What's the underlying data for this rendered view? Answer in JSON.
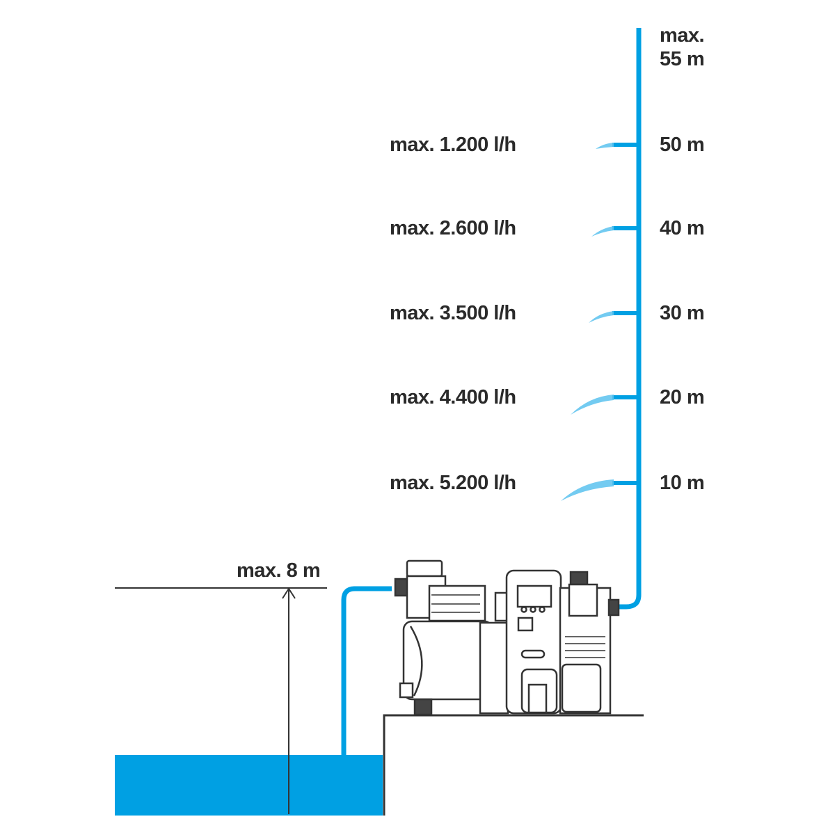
{
  "max_head": {
    "line1": "max.",
    "line2": "55 m"
  },
  "levels": [
    {
      "height": "50 m",
      "flow": "max. 1.200 l/h"
    },
    {
      "height": "40 m",
      "flow": "max. 2.600 l/h"
    },
    {
      "height": "30 m",
      "flow": "max. 3.500 l/h"
    },
    {
      "height": "20 m",
      "flow": "max. 4.400 l/h"
    },
    {
      "height": "10 m",
      "flow": "max. 5.200 l/h"
    }
  ],
  "suction_height": "max. 8 m",
  "colors": {
    "water": "#00a0e3",
    "ink": "#2a2a2a"
  }
}
